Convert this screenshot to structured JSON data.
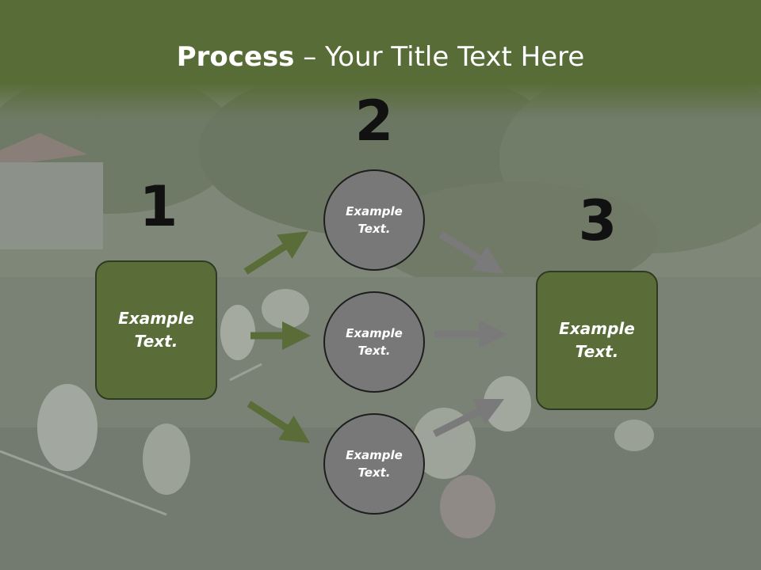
{
  "title": {
    "bold": "Process",
    "rest": " – Your Title Text Here"
  },
  "steps": {
    "one": {
      "number": "1",
      "text": "Example Text."
    },
    "two": {
      "number": "2"
    },
    "three": {
      "number": "3",
      "text": "Example Text."
    }
  },
  "circles": [
    {
      "text": "Example Text."
    },
    {
      "text": "Example Text."
    },
    {
      "text": "Example Text."
    }
  ],
  "colors": {
    "title_bar": "#586c37",
    "box_fill": "#5a6d39",
    "circle_fill": "#787878",
    "arrow_green": "#5a6d39",
    "arrow_gray": "#7a7a7a"
  }
}
